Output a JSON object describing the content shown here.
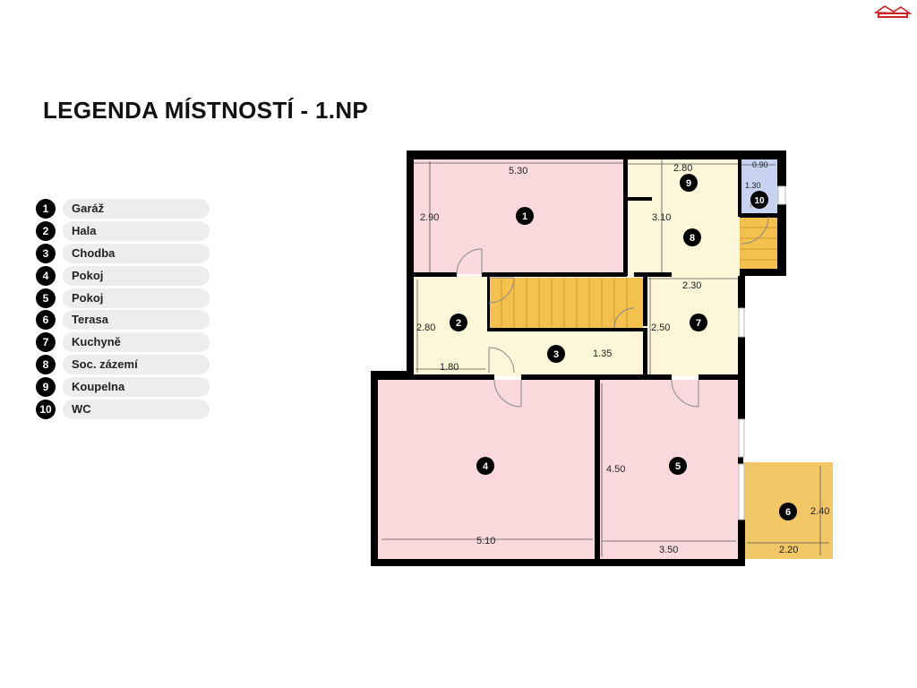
{
  "title": "LEGENDA MÍSTNOSTÍ - 1.NP",
  "logo_icon": "house-roof-logo",
  "colors": {
    "room_pink": "#f9d9dc",
    "room_cream": "#fdf6d8",
    "room_blue": "#c8d3f2",
    "stairs": "#f4c14f",
    "terrace": "#f2c766",
    "wall": "#000000"
  },
  "legend": [
    {
      "num": "1",
      "label": "Garáž"
    },
    {
      "num": "2",
      "label": "Hala"
    },
    {
      "num": "3",
      "label": "Chodba"
    },
    {
      "num": "4",
      "label": "Pokoj"
    },
    {
      "num": "5",
      "label": "Pokoj"
    },
    {
      "num": "6",
      "label": "Terasa"
    },
    {
      "num": "7",
      "label": "Kuchyně"
    },
    {
      "num": "8",
      "label": "Soc. zázemí"
    },
    {
      "num": "9",
      "label": "Koupelna"
    },
    {
      "num": "10",
      "label": "WC"
    }
  ],
  "rooms": {
    "r1": "1",
    "r2": "2",
    "r3": "3",
    "r4": "4",
    "r5": "5",
    "r6": "6",
    "r7": "7",
    "r8": "8",
    "r9": "9",
    "r10": "10"
  },
  "dimensions": {
    "garage_w": "5.30",
    "garage_h": "2.90",
    "bath_w": "2.80",
    "wc_w": "0.90",
    "wc_h": "1.30",
    "soc_h": "3.10",
    "kitchen_w": "2.30",
    "kitchen_h": "2.50",
    "hall_h": "2.80",
    "hall_w": "1.80",
    "corridor_h": "1.35",
    "room4_w": "5.10",
    "room5_h": "4.50",
    "room5_w": "3.50",
    "terrace_h": "2.40",
    "terrace_w": "2.20"
  }
}
